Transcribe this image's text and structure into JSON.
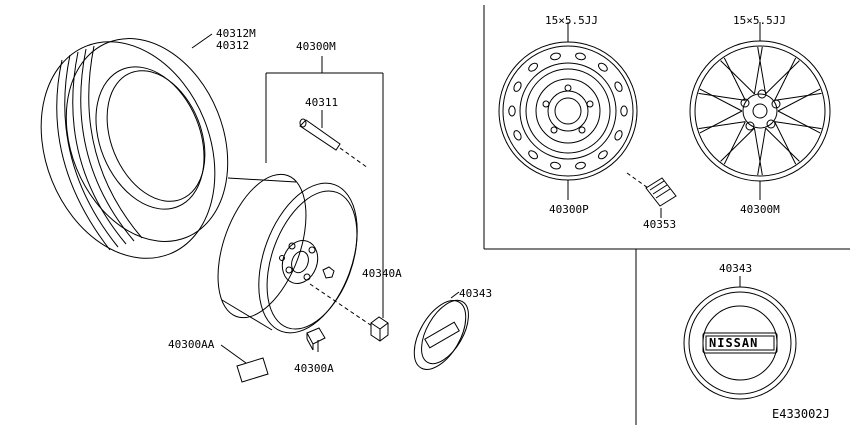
{
  "diagram_id": "E433002J",
  "labels": {
    "tire_top": "40312M",
    "tire_bottom": "40312",
    "wheel_assy": "40300M",
    "valve": "40311",
    "nut": "40340A",
    "cap_small": "40343",
    "weight_clip": "40300AA",
    "weight": "40300A",
    "steel_size": "15×5.5JJ",
    "steel_part": "40300P",
    "alloy_size": "15×5.5JJ",
    "alloy_part": "40300M",
    "ornament": "40353",
    "cap_large": "40343",
    "badge_text": "NISSAN"
  },
  "colors": {
    "line": "#000000",
    "background": "#ffffff"
  }
}
